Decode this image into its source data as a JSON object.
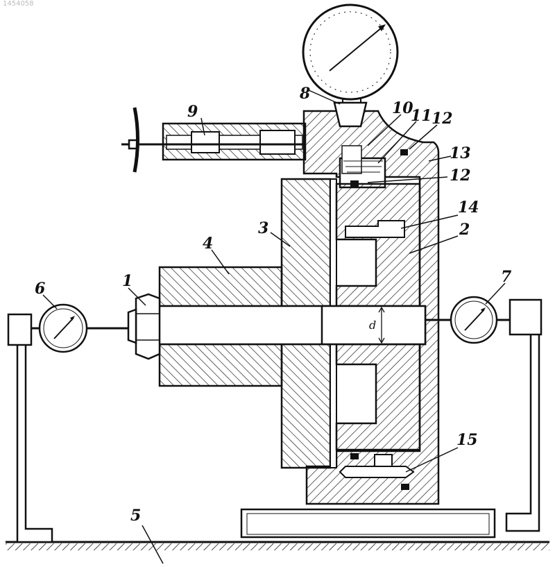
{
  "figure": {
    "corner_code": "1454058",
    "dimension_label": "d",
    "labels": [
      "1",
      "2",
      "3",
      "4",
      "5",
      "6",
      "7",
      "8",
      "9",
      "10",
      "11",
      "12",
      "12",
      "13",
      "14",
      "15"
    ]
  },
  "colors": {
    "ink": "#111111",
    "background": "#ffffff"
  }
}
